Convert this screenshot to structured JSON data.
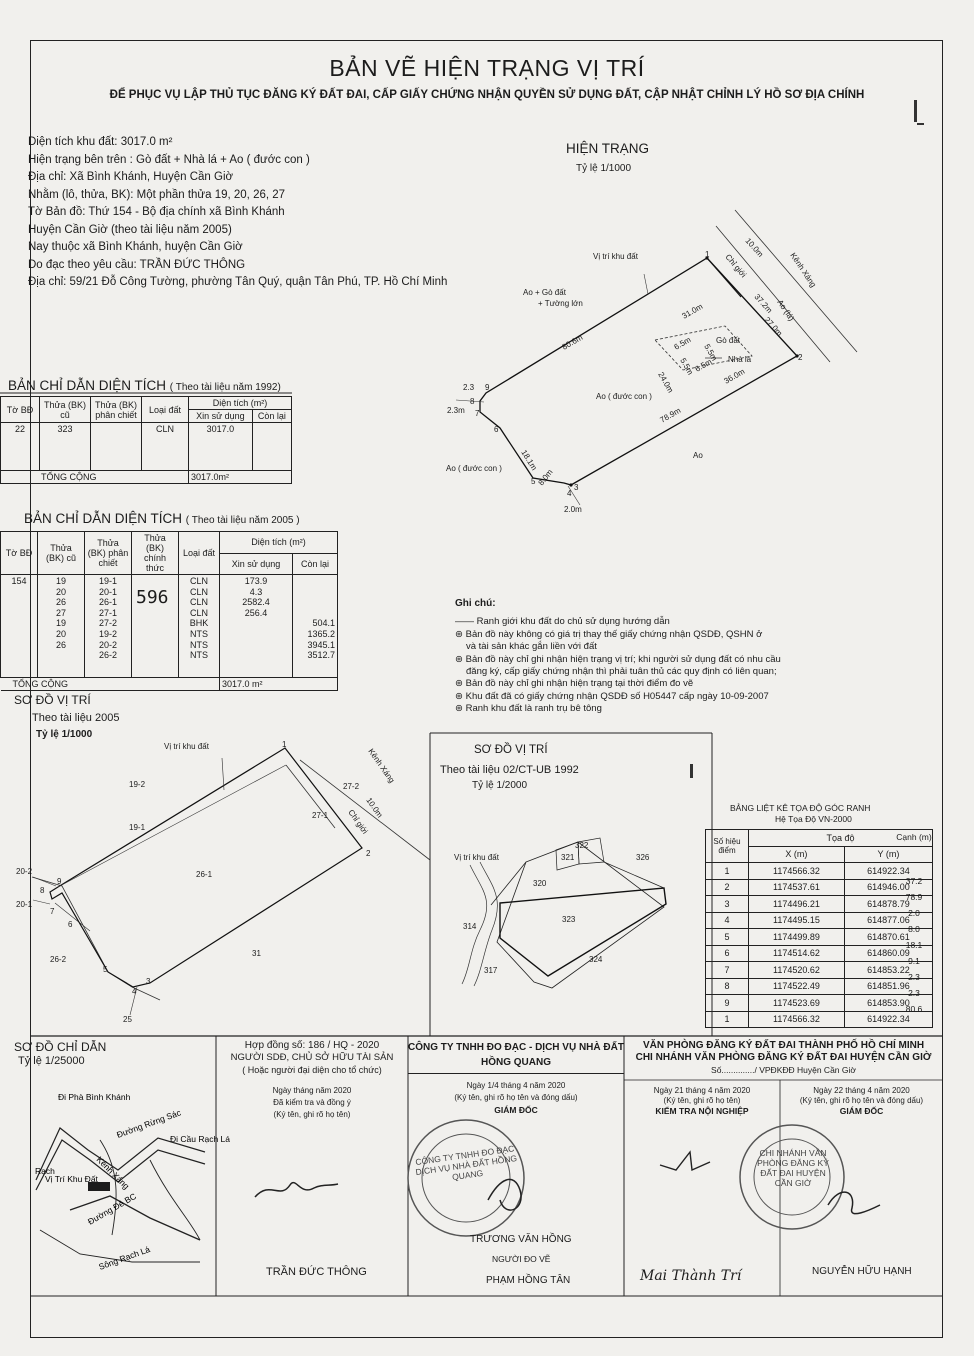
{
  "title": "BẢN VẼ HIỆN TRẠNG VỊ TRÍ",
  "subtitle": "ĐỂ PHỤC VỤ LẬP THỦ TỤC ĐĂNG KÝ ĐẤT ĐAI, CẤP GIẤY CHỨNG NHẬN QUYỀN SỬ DỤNG ĐẤT, CẬP NHẬT CHỈNH LÝ HỒ SƠ ĐỊA CHÍNH",
  "info": [
    "Diện tích khu đất: 3017.0 m²",
    "Hiện trạng bên trên : Gò đất + Nhà lá + Ao ( đước con )",
    "Địa chỉ: Xã Bình Khánh, Huyện Cần Giờ",
    "Nhằm (lô, thửa, BK): Một phần thửa 19, 20, 26, 27",
    "Tờ Bản đồ: Thứ 154 - Bộ địa chính xã Bình Khánh",
    "Huyện Cần Giờ (theo tài liệu năm 2005)",
    "Nay thuộc xã Bình Khánh, huyện Cần Giờ",
    "Do đạc theo yêu cầu: TRẦN ĐỨC THÔNG",
    "Địa chỉ: 59/21 Đỗ Công Tường, phường Tân Quý, quận Tân Phú, TP. Hồ Chí Minh"
  ],
  "current": {
    "title": "HIỆN TRẠNG",
    "scale": "Tỷ lệ 1/1000",
    "labels": {
      "vitri": "Vị trí khu đất",
      "kenh": "Kênh Xáng",
      "ao_la": "Ao (lá)",
      "chigioi": "Chỉ giới",
      "ao_go": "Ao + Gò đất",
      "tuong": "+ Tường lớn",
      "go_dat": "Gò đất",
      "nha_la": "Nhà lá",
      "ao_duoc": "Ao ( đước con )",
      "ao_duoc2": "Ao ( đước con )",
      "ao": "Ao"
    },
    "dims": [
      "10.0m",
      "37.2m",
      "27.0m",
      "31.0m",
      "80.6m",
      "36.0m",
      "78.9m",
      "6.5m",
      "5.5m",
      "5.5m",
      "6.5m",
      "24.0m",
      "18.1m",
      "8.0m",
      "2.0m",
      "2.3m",
      "2.3"
    ]
  },
  "table1992": {
    "title": "BẢN CHỈ DẪN DIỆN TÍCH",
    "note": "( Theo tài liệu năm 1992)",
    "head": [
      "Tờ BĐ",
      "Thửa (BK) cũ",
      "Thửa (BK) phân chiết",
      "Loại đất",
      "Diện tích (m²)",
      "Xin sử dụng",
      "Còn lại"
    ],
    "row": [
      "22",
      "323",
      "",
      "CLN",
      "3017.0",
      ""
    ],
    "total_label": "TỔNG CỘNG",
    "total": "3017.0m²"
  },
  "table2005": {
    "title": "BẢN CHỈ DẪN DIỆN TÍCH",
    "note": "( Theo tài liệu năm 2005 )",
    "head": [
      "Tờ BĐ",
      "Thửa (BK) cũ",
      "Thửa (BK) phân chiết",
      "Thửa (BK) chính thức",
      "Loại đất",
      "Diện tích (m²)",
      "Xin sử dụng",
      "Còn lại"
    ],
    "sheet": "154",
    "rows": [
      [
        "19",
        "19-1",
        "",
        "CLN",
        "173.9",
        ""
      ],
      [
        "20",
        "20-1",
        "",
        "CLN",
        "4.3",
        ""
      ],
      [
        "26",
        "26-1",
        "",
        "CLN",
        "2582.4",
        ""
      ],
      [
        "27",
        "27-1",
        "",
        "CLN",
        "256.4",
        ""
      ],
      [
        "",
        "27-2",
        "",
        "BHK",
        "",
        "504.1"
      ],
      [
        "19",
        "19-2",
        "",
        "NTS",
        "",
        "1365.2"
      ],
      [
        "20",
        "20-2",
        "",
        "NTS",
        "",
        "3945.1"
      ],
      [
        "26",
        "26-2",
        "",
        "NTS",
        "",
        "3512.7"
      ]
    ],
    "handwritten": "596",
    "total_label": "TỔNG CỘNG",
    "total": "3017.0 m²"
  },
  "notes": {
    "title": "Ghi chú:",
    "items": [
      "Ranh giới khu đất do chủ sử dụng hướng dẫn",
      "Bản đồ này không có giá trị thay thế giấy chứng nhận QSDĐ, QSHN ở",
      "và tài sản khác gắn liền với đất",
      "Bản đồ này chỉ ghi nhận hiện trạng vị trí; khi người sử dụng đất có nhu cầu",
      "đăng ký, cấp giấy chứng nhận thì phải tuân thủ các quy định có liên quan;",
      "Bản đồ này chỉ ghi nhận hiện trạng tại thời điểm đo vẽ",
      "Khu đất đã có giấy chứng nhận QSDĐ số H05447 cấp ngày 10-09-2007",
      "Ranh khu đất là ranh trụ bê tông"
    ]
  },
  "map2005": {
    "title": "SƠ ĐỒ VỊ TRÍ",
    "sub": "Theo tài liệu 2005",
    "scale": "Tỷ lệ 1/1000",
    "labels": [
      "Vị trí khu đất",
      "Kênh Xáng",
      "19-2",
      "27-2",
      "27-1",
      "19-1",
      "26-1",
      "20-2",
      "20-1",
      "26-2",
      "31",
      "25",
      "10.0m",
      "Chỉ giới"
    ]
  },
  "map1992": {
    "title": "SƠ ĐỒ VỊ TRÍ",
    "sub": "Theo tài liệu 02/CT-UB  1992",
    "scale": "Tỷ lệ 1/2000",
    "labels": [
      "Vị trí khu đất",
      "322",
      "321",
      "326",
      "320",
      "323",
      "314",
      "324",
      "317"
    ]
  },
  "coords": {
    "title": "BẢNG LIỆT KÊ TỌA ĐỘ GÓC RANH",
    "system": "Hệ Tọa Độ VN-2000",
    "head": [
      "Số hiệu điểm",
      "Tọa độ",
      "X (m)",
      "Y (m)",
      "Cạnh (m)"
    ],
    "rows": [
      [
        "1",
        "1174566.32",
        "614922.34"
      ],
      [
        "2",
        "1174537.61",
        "614946.00"
      ],
      [
        "3",
        "1174496.21",
        "614878.79"
      ],
      [
        "4",
        "1174495.15",
        "614877.06"
      ],
      [
        "5",
        "1174499.89",
        "614870.61"
      ],
      [
        "6",
        "1174514.62",
        "614860.09"
      ],
      [
        "7",
        "1174520.62",
        "614853.22"
      ],
      [
        "8",
        "1174522.49",
        "614851.96"
      ],
      [
        "9",
        "1174523.69",
        "614853.90"
      ],
      [
        "1",
        "1174566.32",
        "614922.34"
      ]
    ],
    "edges": [
      "37.2",
      "78.9",
      "2.0",
      "8.0",
      "18.1",
      "9.1",
      "2.3",
      "2.3",
      "80.6"
    ]
  },
  "guide": {
    "title": "SƠ ĐỒ CHỈ DẪN",
    "scale": "Tỷ lệ 1/25000",
    "labels": [
      "Đi Phà Bình Khánh",
      "Đường Rừng Sác",
      "Đi Cầu Rạch Lá",
      "Vị Trí Khu Đất",
      "Kênh Xáng",
      "Rạch",
      "Đường Đê BC",
      "Sông Rạch Lá"
    ]
  },
  "contract": {
    "no": "Hợp đồng số: 186 / HQ - 2020",
    "owner": "NGƯỜI SDĐ, CHỦ SỞ HỮU TÀI SẢN",
    "owner2": "( Hoặc người đại diện cho tổ chức)",
    "date": "Ngày      tháng      năm 2020",
    "check": "Đã kiểm tra và đồng ý",
    "sign_note": "(Ký tên, ghi rõ họ tên)",
    "name": "TRẦN ĐỨC THÔNG"
  },
  "company": {
    "name": "CÔNG TY TNHH ĐO ĐẠC - DỊCH VỤ NHÀ ĐẤT",
    "name2": "HỒNG QUANG",
    "date": "Ngày 1/4 tháng 4 năm 2020",
    "sign_note": "(Ký tên, ghi rõ họ tên và đóng dấu)",
    "role": "GIÁM ĐỐC",
    "director": "TRƯƠNG VĂN HỒNG",
    "surveyor_label": "NGƯỜI ĐO VẼ",
    "surveyor": "PHẠM HỒNG TÂN",
    "stamp": "CÔNG TY TNHH ĐO ĐẠC DỊCH VỤ NHÀ ĐẤT HỒNG QUANG"
  },
  "office": {
    "name": "VĂN PHÒNG ĐĂNG KÝ ĐẤT ĐAI THÀNH PHỐ HỒ CHÍ MINH",
    "branch": "CHI NHÁNH VĂN PHÒNG ĐĂNG KÝ ĐẤT ĐAI HUYỆN CẦN GIỜ",
    "no": "Số............../ VPĐKĐĐ Huyện Cần Giờ",
    "date1": "Ngày 21 tháng 4 năm 2020",
    "sign1": "(Ký tên, ghi rõ họ tên)",
    "role1": "KIỂM TRA NỘI NGHIỆP",
    "name1": "Mai Thành Trí",
    "date2": "Ngày 22 tháng 4 năm 2020",
    "sign2": "(Ký tên, ghi rõ họ tên và đóng dấu)",
    "role2": "GIÁM ĐỐC",
    "name2": "NGUYỄN HỮU HẠNH",
    "stamp": "CHI NHÁNH VĂN PHÒNG ĐĂNG KÝ ĐẤT ĐAI HUYỆN CẦN GIỜ"
  }
}
